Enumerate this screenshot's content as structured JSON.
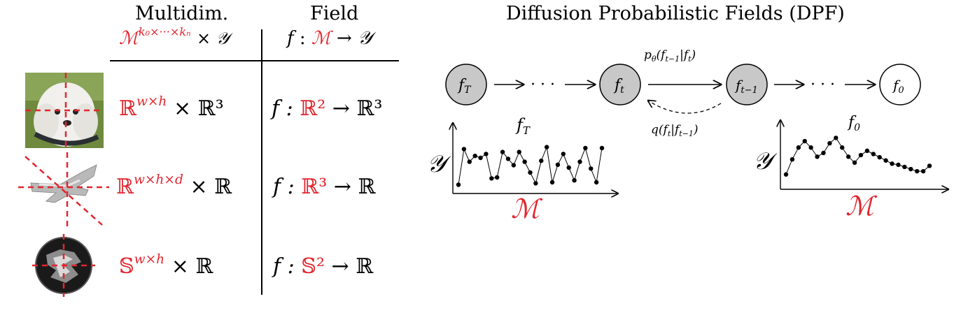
{
  "table": {
    "header_multidim": "Multidim.",
    "header_field": "Field",
    "general_space_base": "M",
    "general_space_exp": "k₀×···×kₙ",
    "general_space_tail": "× 𝒴",
    "general_field": "f : M → 𝒴",
    "rows": [
      {
        "thumb": "dog-photo",
        "space_base": "ℝ",
        "space_exp": "w×h",
        "space_tail": "× ℝ³",
        "field_pre": "f : ",
        "field_dom": "ℝ²",
        "field_post": " → ℝ³"
      },
      {
        "thumb": "airplane-shape",
        "space_base": "ℝ",
        "space_exp": "w×h×d",
        "space_tail": "× ℝ",
        "field_pre": "f : ",
        "field_dom": "ℝ³",
        "field_post": " → ℝ"
      },
      {
        "thumb": "spherical-image",
        "space_base": "𝕊",
        "space_exp": "w×h",
        "space_tail": "× ℝ",
        "field_pre": "f : ",
        "field_dom": "𝕊²",
        "field_post": " → ℝ"
      }
    ]
  },
  "dpf": {
    "title": "Diffusion Probabilistic Fields (DPF)",
    "nodes": [
      "f_T",
      "f_t",
      "f_{t-1}",
      "f_0"
    ],
    "forward_label": "p_θ(f_{t−1}|f_t)",
    "reverse_label": "q(f_t|f_{t−1})",
    "left_plot": {
      "title": "f_T",
      "ylabel": "𝒴",
      "xlabel": "M",
      "values": [
        0.05,
        0.78,
        0.52,
        0.64,
        0.6,
        0.68,
        0.18,
        0.2,
        0.72,
        0.58,
        0.45,
        0.72,
        0.52,
        0.3,
        0.08,
        0.54,
        0.82,
        0.1,
        0.46,
        0.68,
        0.4,
        0.14,
        0.52,
        0.8,
        0.38,
        0.1,
        0.8
      ]
    },
    "right_plot": {
      "title": "f₀",
      "ylabel": "𝒴",
      "xlabel": "M",
      "values": [
        0.12,
        0.4,
        0.62,
        0.74,
        0.62,
        0.45,
        0.52,
        0.7,
        0.8,
        0.62,
        0.45,
        0.34,
        0.48,
        0.56,
        0.5,
        0.44,
        0.38,
        0.32,
        0.3,
        0.26,
        0.22,
        0.18,
        0.18,
        0.28
      ]
    }
  }
}
